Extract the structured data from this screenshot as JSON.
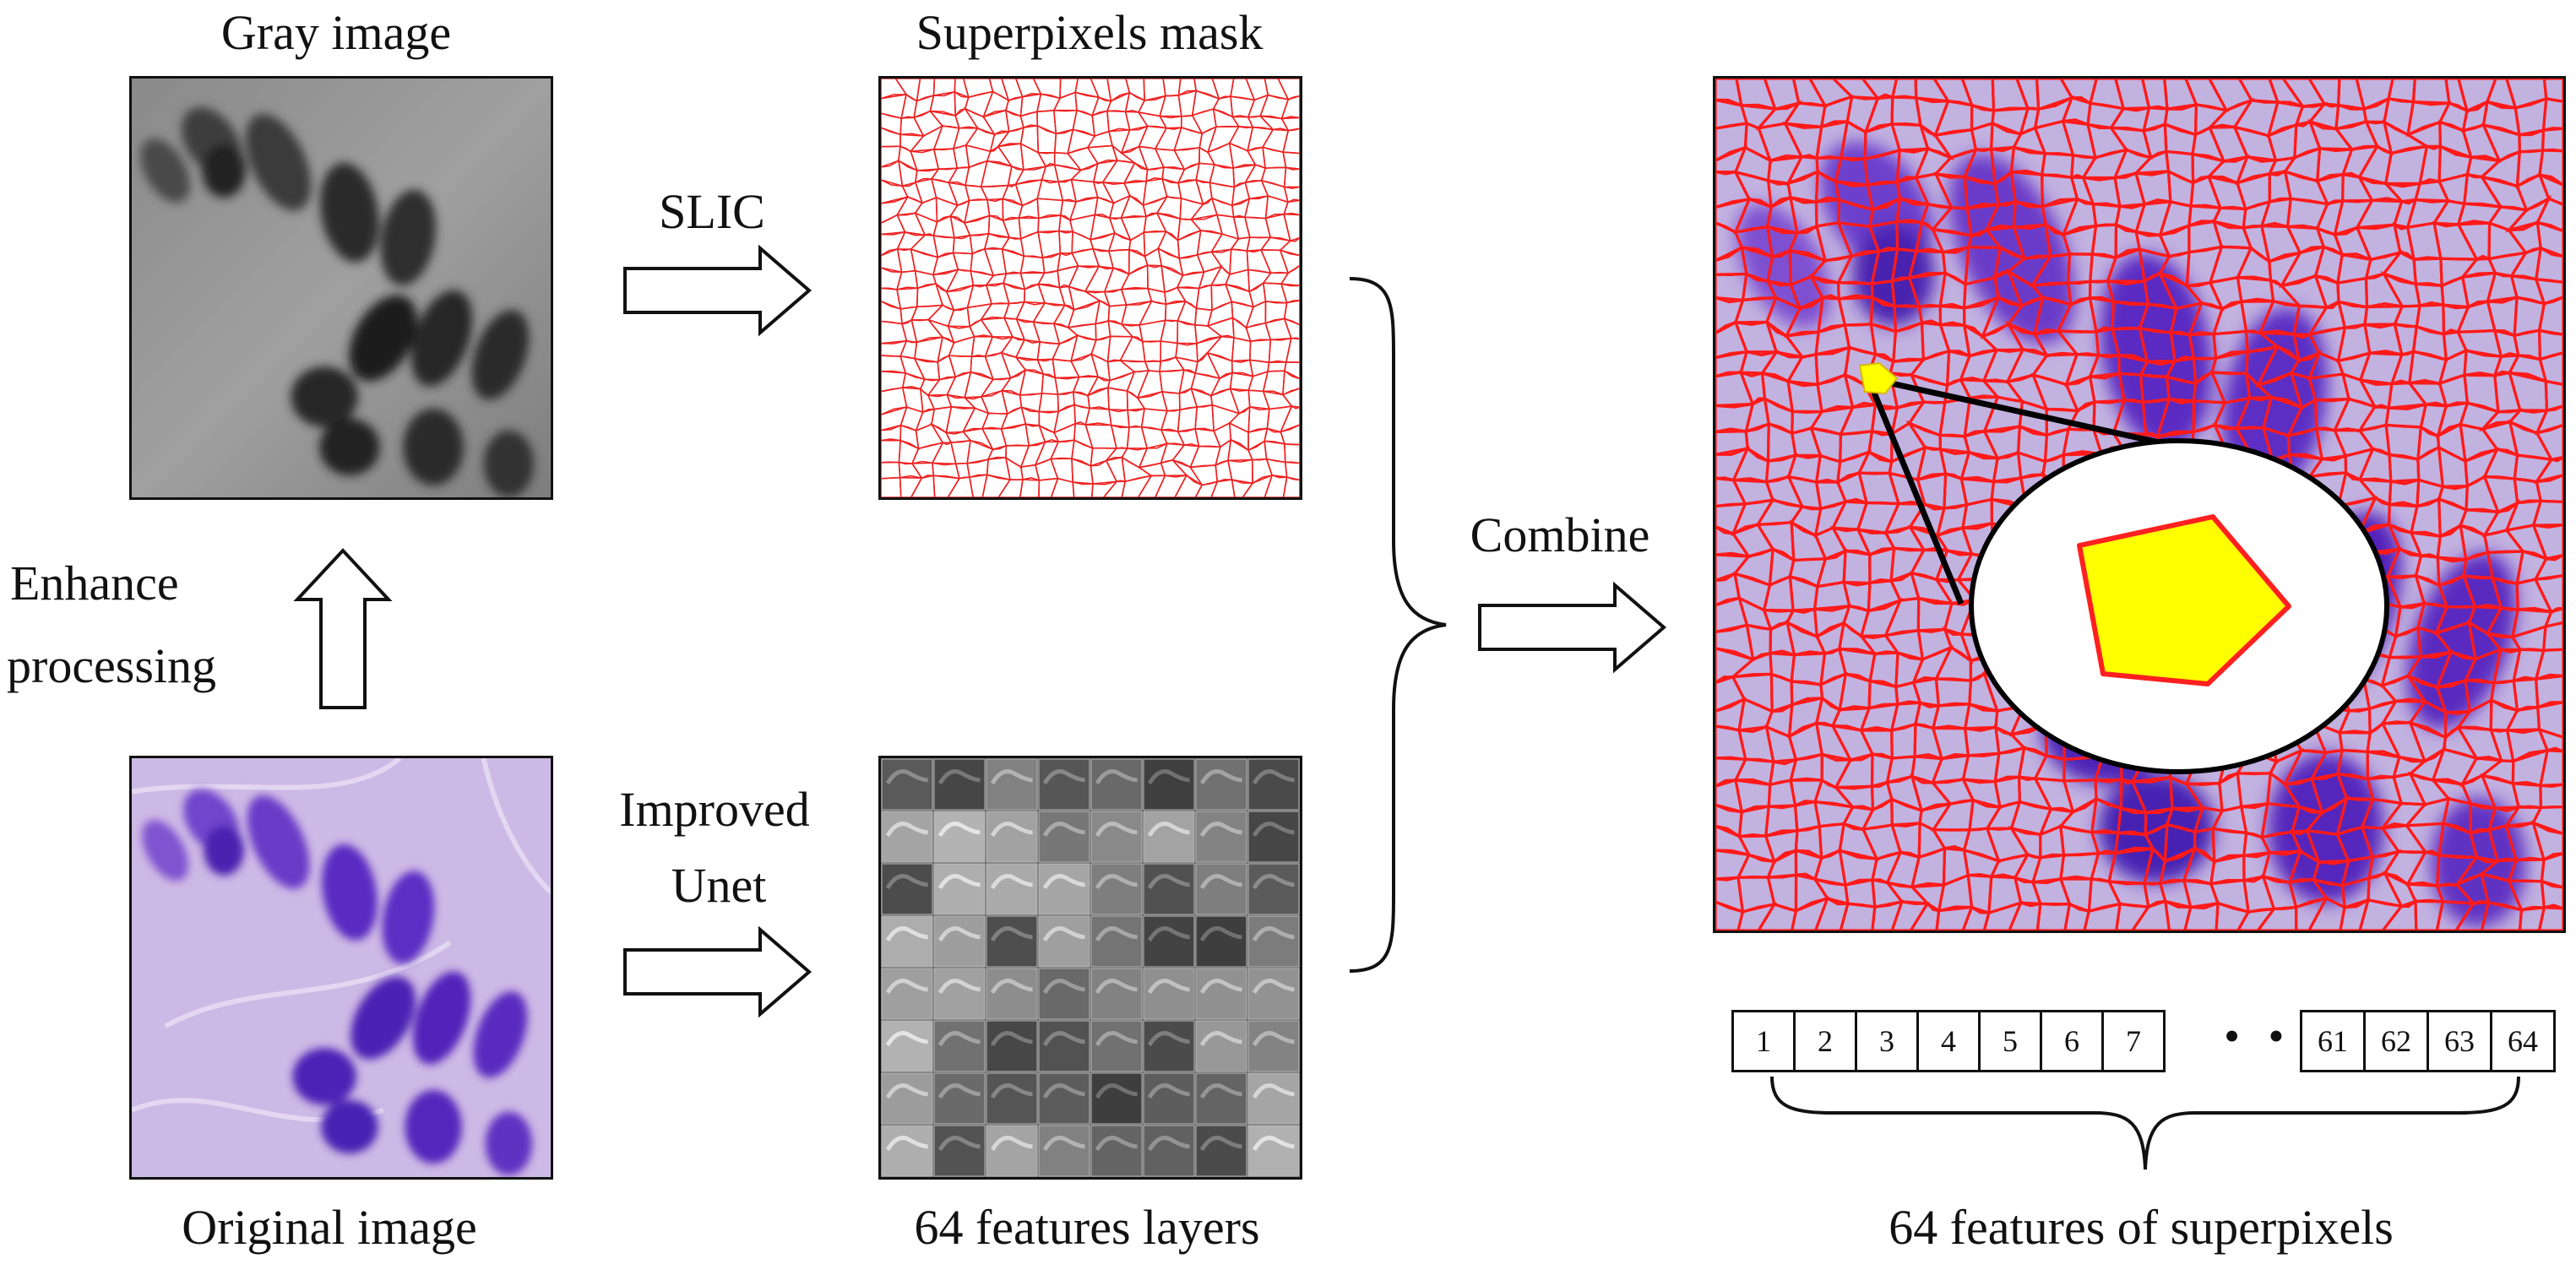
{
  "labels": {
    "gray_image": "Gray image",
    "superpixels_mask": "Superpixels mask",
    "slic": "SLIC",
    "enhance": "Enhance",
    "processing": "processing",
    "original_image": "Original image",
    "improved": "Improved",
    "unet": "Unet",
    "features_layers": "64 features layers",
    "combine": "Combine",
    "features_of_superpixels": "64 features of superpixels"
  },
  "feature_vector": {
    "first_cells": [
      "1",
      "2",
      "3",
      "4",
      "5",
      "6",
      "7"
    ],
    "ellipsis": "• • •",
    "last_cells": [
      "61",
      "62",
      "63",
      "64"
    ]
  },
  "colors": {
    "superpixel_edge": "#ee2222",
    "nucleus_purple": "#5a28c8",
    "tissue_lilac": "#c8b4e4",
    "highlight_yellow": "#ffff00"
  }
}
